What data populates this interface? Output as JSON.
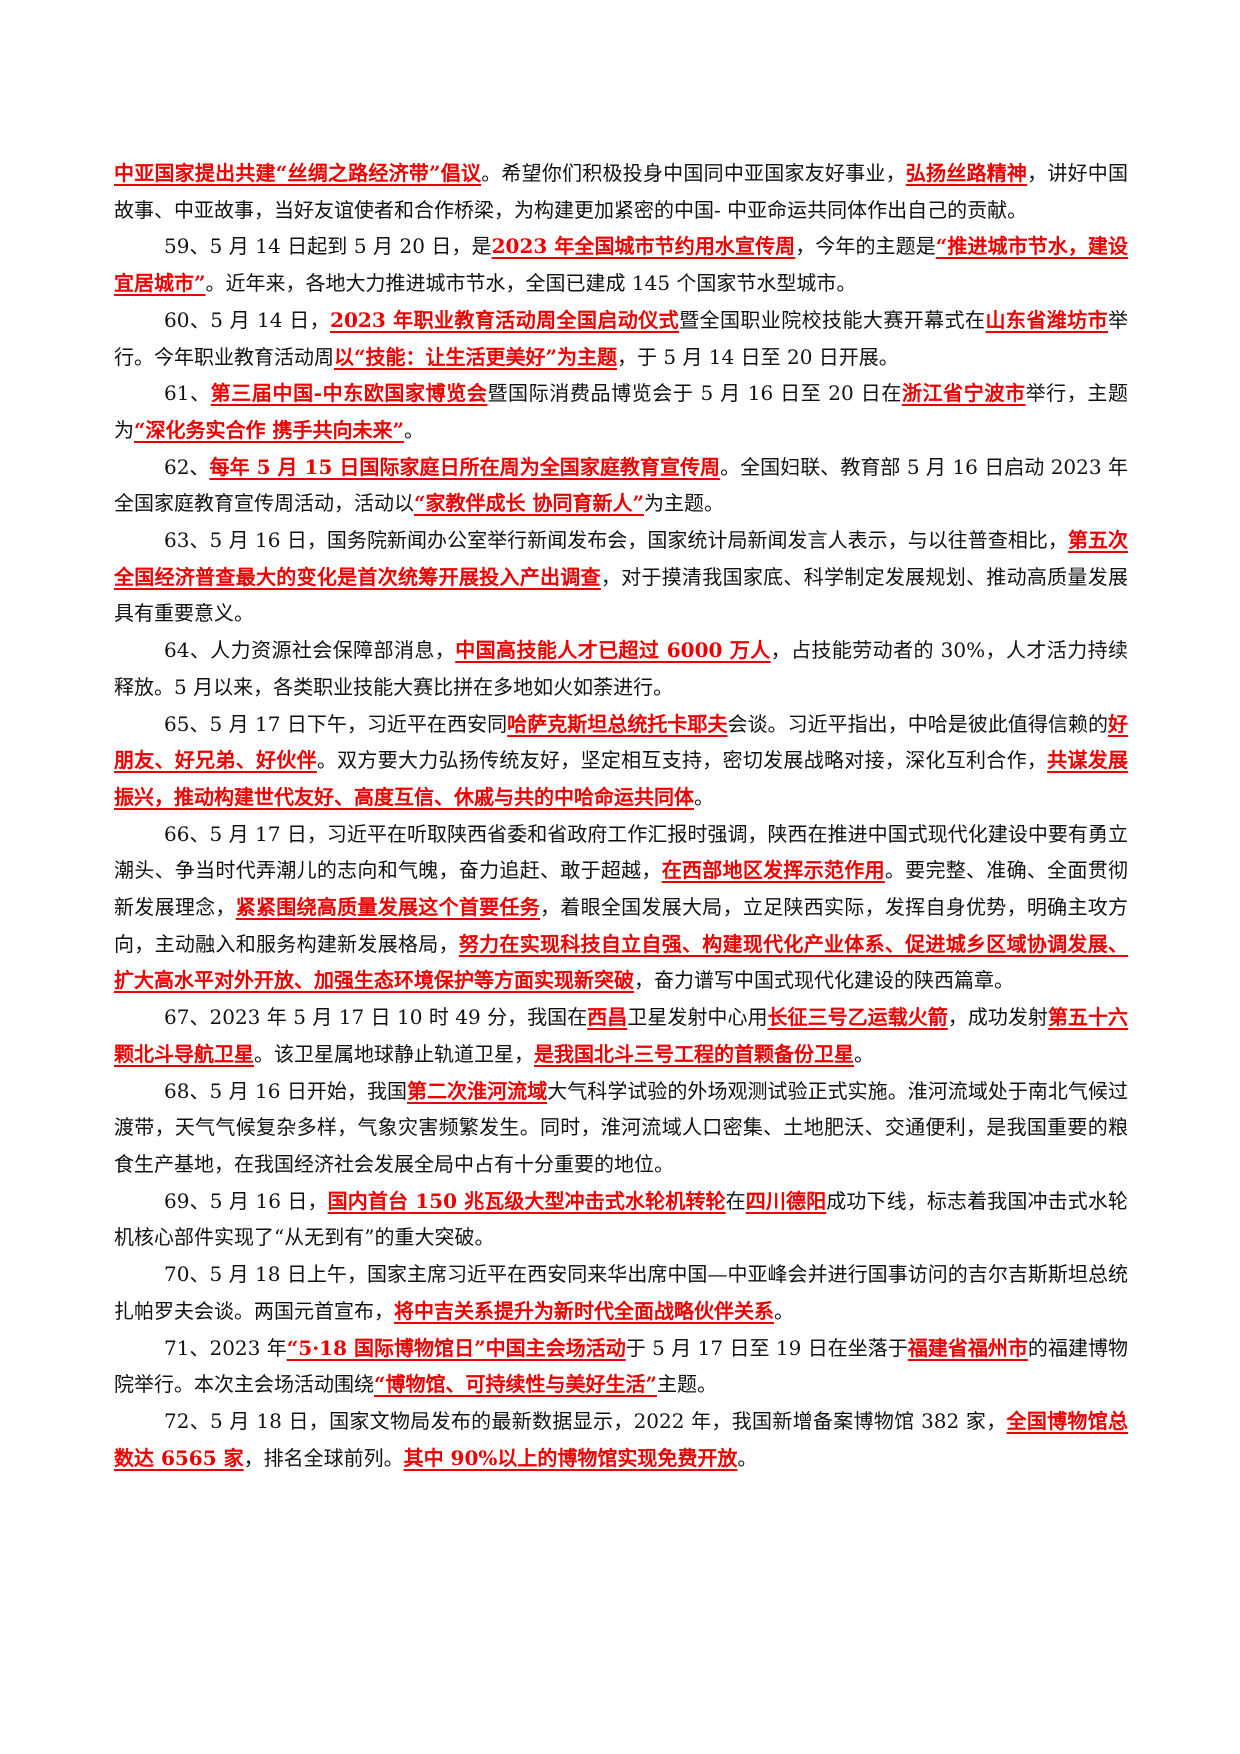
{
  "paragraphs": [
    {
      "indent": false,
      "segments": [
        {
          "t": "中亚国家提出共建“丝绸之路经济带”倡议",
          "h": true
        },
        {
          "t": "。希望你们积极投身中国同中亚国家友好事业，",
          "h": false
        },
        {
          "t": "弘扬丝路精神",
          "h": true
        },
        {
          "t": "，讲好中国故事、中亚故事，当好友谊使者和合作桥梁，为构建更加紧密的中国- 中亚命运共同体作出自己的贡献。",
          "h": false
        }
      ]
    },
    {
      "indent": true,
      "segments": [
        {
          "t": "59、5 月 14 日起到 5 月 20 日，是",
          "h": false
        },
        {
          "t": "2023 年全国城市节约用水宣传周",
          "h": true
        },
        {
          "t": "，今年的主题是",
          "h": false
        },
        {
          "t": "“推进城市节水，建设宜居城市”",
          "h": true
        },
        {
          "t": "。近年来，各地大力推进城市节水，全国已建成 145 个国家节水型城市。",
          "h": false
        }
      ]
    },
    {
      "indent": true,
      "segments": [
        {
          "t": "60、5 月 14 日，",
          "h": false
        },
        {
          "t": "2023 年职业教育活动周全国启动仪式",
          "h": true
        },
        {
          "t": "暨全国职业院校技能大赛开幕式在",
          "h": false
        },
        {
          "t": "山东省潍坊市",
          "h": true
        },
        {
          "t": "举行。今年职业教育活动周",
          "h": false
        },
        {
          "t": "以“技能：让生活更美好”为主题",
          "h": true
        },
        {
          "t": "，于 5 月 14 日至 20 日开展。",
          "h": false
        }
      ]
    },
    {
      "indent": true,
      "segments": [
        {
          "t": "61、",
          "h": false
        },
        {
          "t": "第三届中国-中东欧国家博览会",
          "h": true
        },
        {
          "t": "暨国际消费品博览会于 5 月 16 日至 20 日在",
          "h": false
        },
        {
          "t": "浙江省宁波市",
          "h": true
        },
        {
          "t": "举行，主题为",
          "h": false
        },
        {
          "t": "“深化务实合作 携手共向未来”",
          "h": true
        },
        {
          "t": "。",
          "h": false
        }
      ]
    },
    {
      "indent": true,
      "segments": [
        {
          "t": "62、",
          "h": false
        },
        {
          "t": "每年 5 月 15 日国际家庭日所在周为全国家庭教育宣传周",
          "h": true
        },
        {
          "t": "。全国妇联、教育部 5 月 16 日启动 2023 年全国家庭教育宣传周活动，活动以",
          "h": false
        },
        {
          "t": "“家教伴成长 协同育新人”",
          "h": true
        },
        {
          "t": "为主题。",
          "h": false
        }
      ]
    },
    {
      "indent": true,
      "segments": [
        {
          "t": "63、5 月 16 日，国务院新闻办公室举行新闻发布会，国家统计局新闻发言人表示，与以往普查相比，",
          "h": false
        },
        {
          "t": "第五次全国经济普查最大的变化是首次统筹开展投入产出调查",
          "h": true
        },
        {
          "t": "，对于摸清我国家底、科学制定发展规划、推动高质量发展具有重要意义。",
          "h": false
        }
      ]
    },
    {
      "indent": true,
      "segments": [
        {
          "t": "64、人力资源社会保障部消息，",
          "h": false
        },
        {
          "t": "中国高技能人才已超过 6000 万人",
          "h": true
        },
        {
          "t": "，占技能劳动者的 30%，人才活力持续释放。5 月以来，各类职业技能大赛比拼在多地如火如荼进行。",
          "h": false
        }
      ]
    },
    {
      "indent": true,
      "segments": [
        {
          "t": "65、5 月 17 日下午，习近平在西安同",
          "h": false
        },
        {
          "t": "哈萨克斯坦总统托卡耶夫",
          "h": true
        },
        {
          "t": "会谈。习近平指出，中哈是彼此值得信赖的",
          "h": false
        },
        {
          "t": "好朋友、好兄弟、好伙伴",
          "h": true
        },
        {
          "t": "。双方要大力弘扬传统友好，坚定相互支持，密切发展战略对接，深化互利合作，",
          "h": false
        },
        {
          "t": "共谋发展振兴，推动构建世代友好、高度互信、休戚与共的中哈命运共同体",
          "h": true
        },
        {
          "t": "。",
          "h": false
        }
      ]
    },
    {
      "indent": true,
      "segments": [
        {
          "t": "66、5 月 17 日，习近平在听取陕西省委和省政府工作汇报时强调，陕西在推进中国式现代化建设中要有勇立潮头、争当时代弄潮儿的志向和气魄，奋力追赶、敢于超越，",
          "h": false
        },
        {
          "t": "在西部地区发挥示范作用",
          "h": true
        },
        {
          "t": "。要完整、准确、全面贯彻新发展理念，",
          "h": false
        },
        {
          "t": "紧紧围绕高质量发展这个首要任务",
          "h": true
        },
        {
          "t": "，着眼全国发展大局，立足陕西实际，发挥自身优势，明确主攻方向，主动融入和服务构建新发展格局，",
          "h": false
        },
        {
          "t": "努力在实现科技自立自强、构建现代化产业体系、促进城乡区域协调发展、扩大高水平对外开放、加强生态环境保护等方面实现新突破",
          "h": true
        },
        {
          "t": "，奋力谱写中国式现代化建设的陕西篇章。",
          "h": false
        }
      ]
    },
    {
      "indent": true,
      "segments": [
        {
          "t": "67、2023 年 5 月 17 日 10 时 49 分，我国在",
          "h": false
        },
        {
          "t": "西昌",
          "h": true
        },
        {
          "t": "卫星发射中心用",
          "h": false
        },
        {
          "t": "长征三号乙运载火箭",
          "h": true
        },
        {
          "t": "，成功发射",
          "h": false
        },
        {
          "t": "第五十六颗北斗导航卫星",
          "h": true
        },
        {
          "t": "。该卫星属地球静止轨道卫星，",
          "h": false
        },
        {
          "t": "是我国北斗三号工程的首颗备份卫星",
          "h": true
        },
        {
          "t": "。",
          "h": false
        }
      ]
    },
    {
      "indent": true,
      "segments": [
        {
          "t": "68、5 月 16 日开始，我国",
          "h": false
        },
        {
          "t": "第二次淮河流域",
          "h": true
        },
        {
          "t": "大气科学试验的外场观测试验正式实施。淮河流域处于南北气候过渡带，天气气候复杂多样，气象灾害频繁发生。同时，淮河流域人口密集、土地肥沃、交通便利，是我国重要的粮食生产基地，在我国经济社会发展全局中占有十分重要的地位。",
          "h": false
        }
      ]
    },
    {
      "indent": true,
      "segments": [
        {
          "t": "69、5 月 16 日，",
          "h": false
        },
        {
          "t": "国内首台 150 兆瓦级大型冲击式水轮机转轮",
          "h": true
        },
        {
          "t": "在",
          "h": false
        },
        {
          "t": "四川德阳",
          "h": true
        },
        {
          "t": "成功下线，标志着我国冲击式水轮机核心部件实现了“从无到有”的重大突破。",
          "h": false
        }
      ]
    },
    {
      "indent": true,
      "segments": [
        {
          "t": "70、5 月 18 日上午，国家主席习近平在西安同来华出席中国—中亚峰会并进行国事访问的吉尔吉斯斯坦总统扎帕罗夫会谈。两国元首宣布，",
          "h": false
        },
        {
          "t": "将中吉关系提升为新时代全面战略伙伴关系",
          "h": true
        },
        {
          "t": "。",
          "h": false
        }
      ]
    },
    {
      "indent": true,
      "segments": [
        {
          "t": "71、2023 年",
          "h": false
        },
        {
          "t": "“5·18 国际博物馆日”中国主会场活动",
          "h": true
        },
        {
          "t": "于 5 月 17 日至 19 日在坐落于",
          "h": false
        },
        {
          "t": "福建省福州市",
          "h": true
        },
        {
          "t": "的福建博物院举行。本次主会场活动围绕",
          "h": false
        },
        {
          "t": "“博物馆、可持续性与美好生活”",
          "h": true
        },
        {
          "t": "主题。",
          "h": false
        }
      ]
    },
    {
      "indent": true,
      "segments": [
        {
          "t": "72、5 月 18 日，国家文物局发布的最新数据显示，2022 年，我国新增备案博物馆 382 家，",
          "h": false
        },
        {
          "t": "全国博物馆总数达 6565 家",
          "h": true
        },
        {
          "t": "，排名全球前列。",
          "h": false
        },
        {
          "t": "其中 90%以上的博物馆实现免费开放",
          "h": true
        },
        {
          "t": "。",
          "h": false
        }
      ]
    }
  ]
}
